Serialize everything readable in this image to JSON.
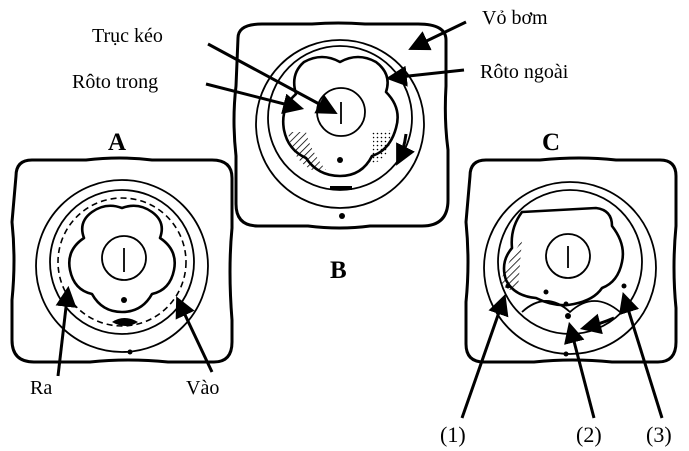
{
  "labels": {
    "shaft": "Trục kéo",
    "pump_housing": "Vỏ bơm",
    "inner_rotor": "Rôto trong",
    "outer_rotor": "Rôto ngoài",
    "outlet": "Ra",
    "inlet": "Vào",
    "port_1": "(1)",
    "port_2": "(2)",
    "port_3": "(3)"
  },
  "views": {
    "a": "A",
    "b": "B",
    "c": "C"
  }
}
